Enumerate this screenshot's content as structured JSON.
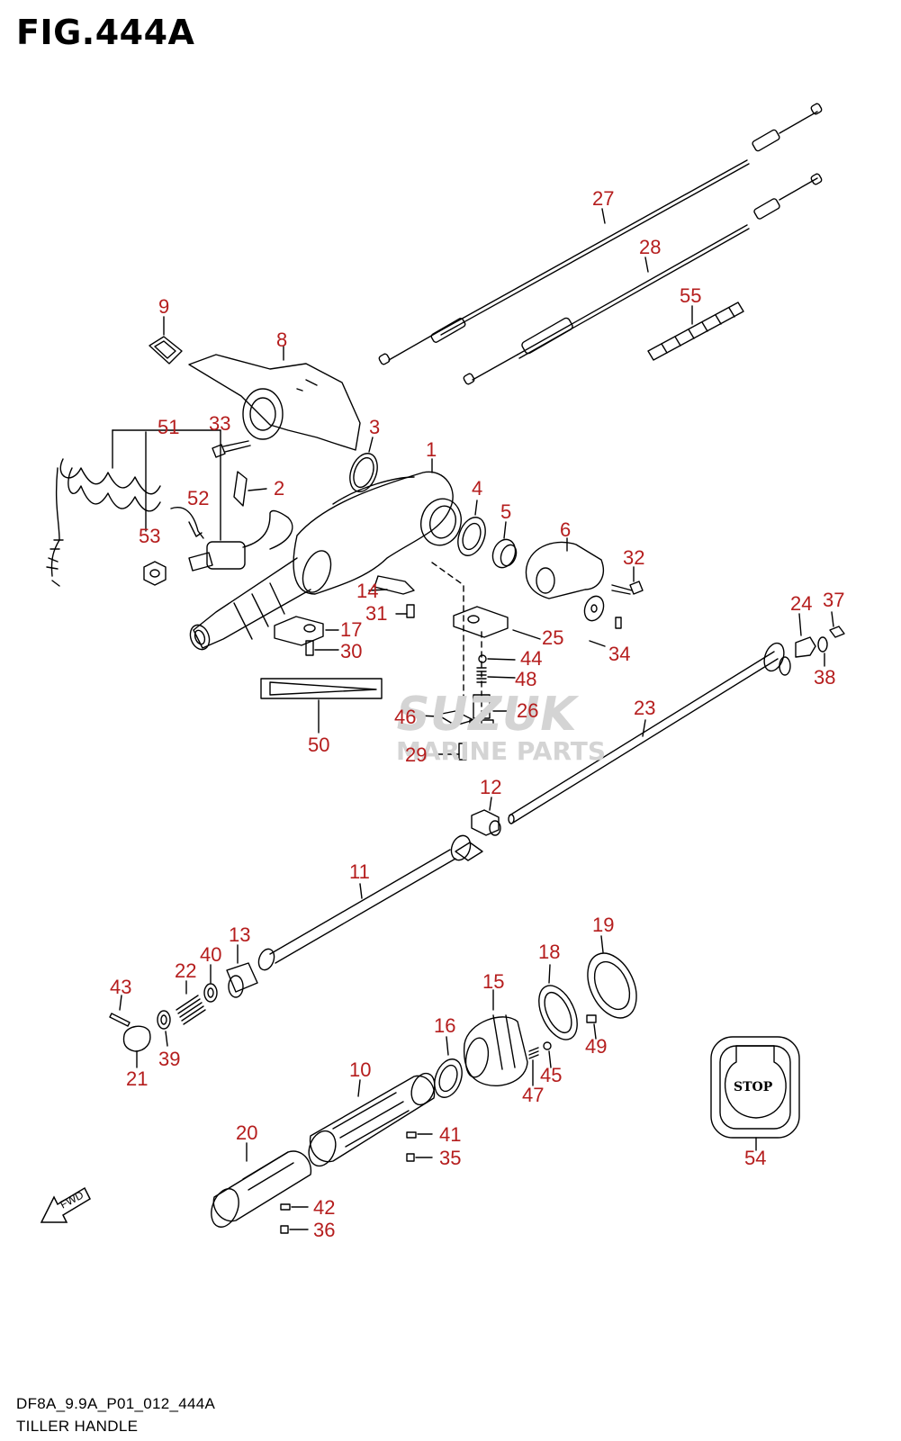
{
  "figure": {
    "title": "FIG.444A",
    "code": "DF8A_9.9A_P01_012_444A",
    "caption": "TILLER HANDLE"
  },
  "watermark": {
    "line1": "SUZUK",
    "line2": "MARINE PARTS"
  },
  "fwd_label": "FWD",
  "stop_label": "STOP",
  "callouts": [
    "1",
    "2",
    "3",
    "4",
    "5",
    "6",
    "8",
    "9",
    "10",
    "11",
    "12",
    "13",
    "14",
    "15",
    "16",
    "17",
    "18",
    "19",
    "20",
    "21",
    "22",
    "23",
    "24",
    "25",
    "26",
    "27",
    "28",
    "29",
    "30",
    "31",
    "32",
    "33",
    "34",
    "35",
    "36",
    "37",
    "38",
    "39",
    "40",
    "41",
    "42",
    "43",
    "44",
    "45",
    "46",
    "47",
    "48",
    "49",
    "50",
    "51",
    "52",
    "53",
    "54",
    "55"
  ]
}
